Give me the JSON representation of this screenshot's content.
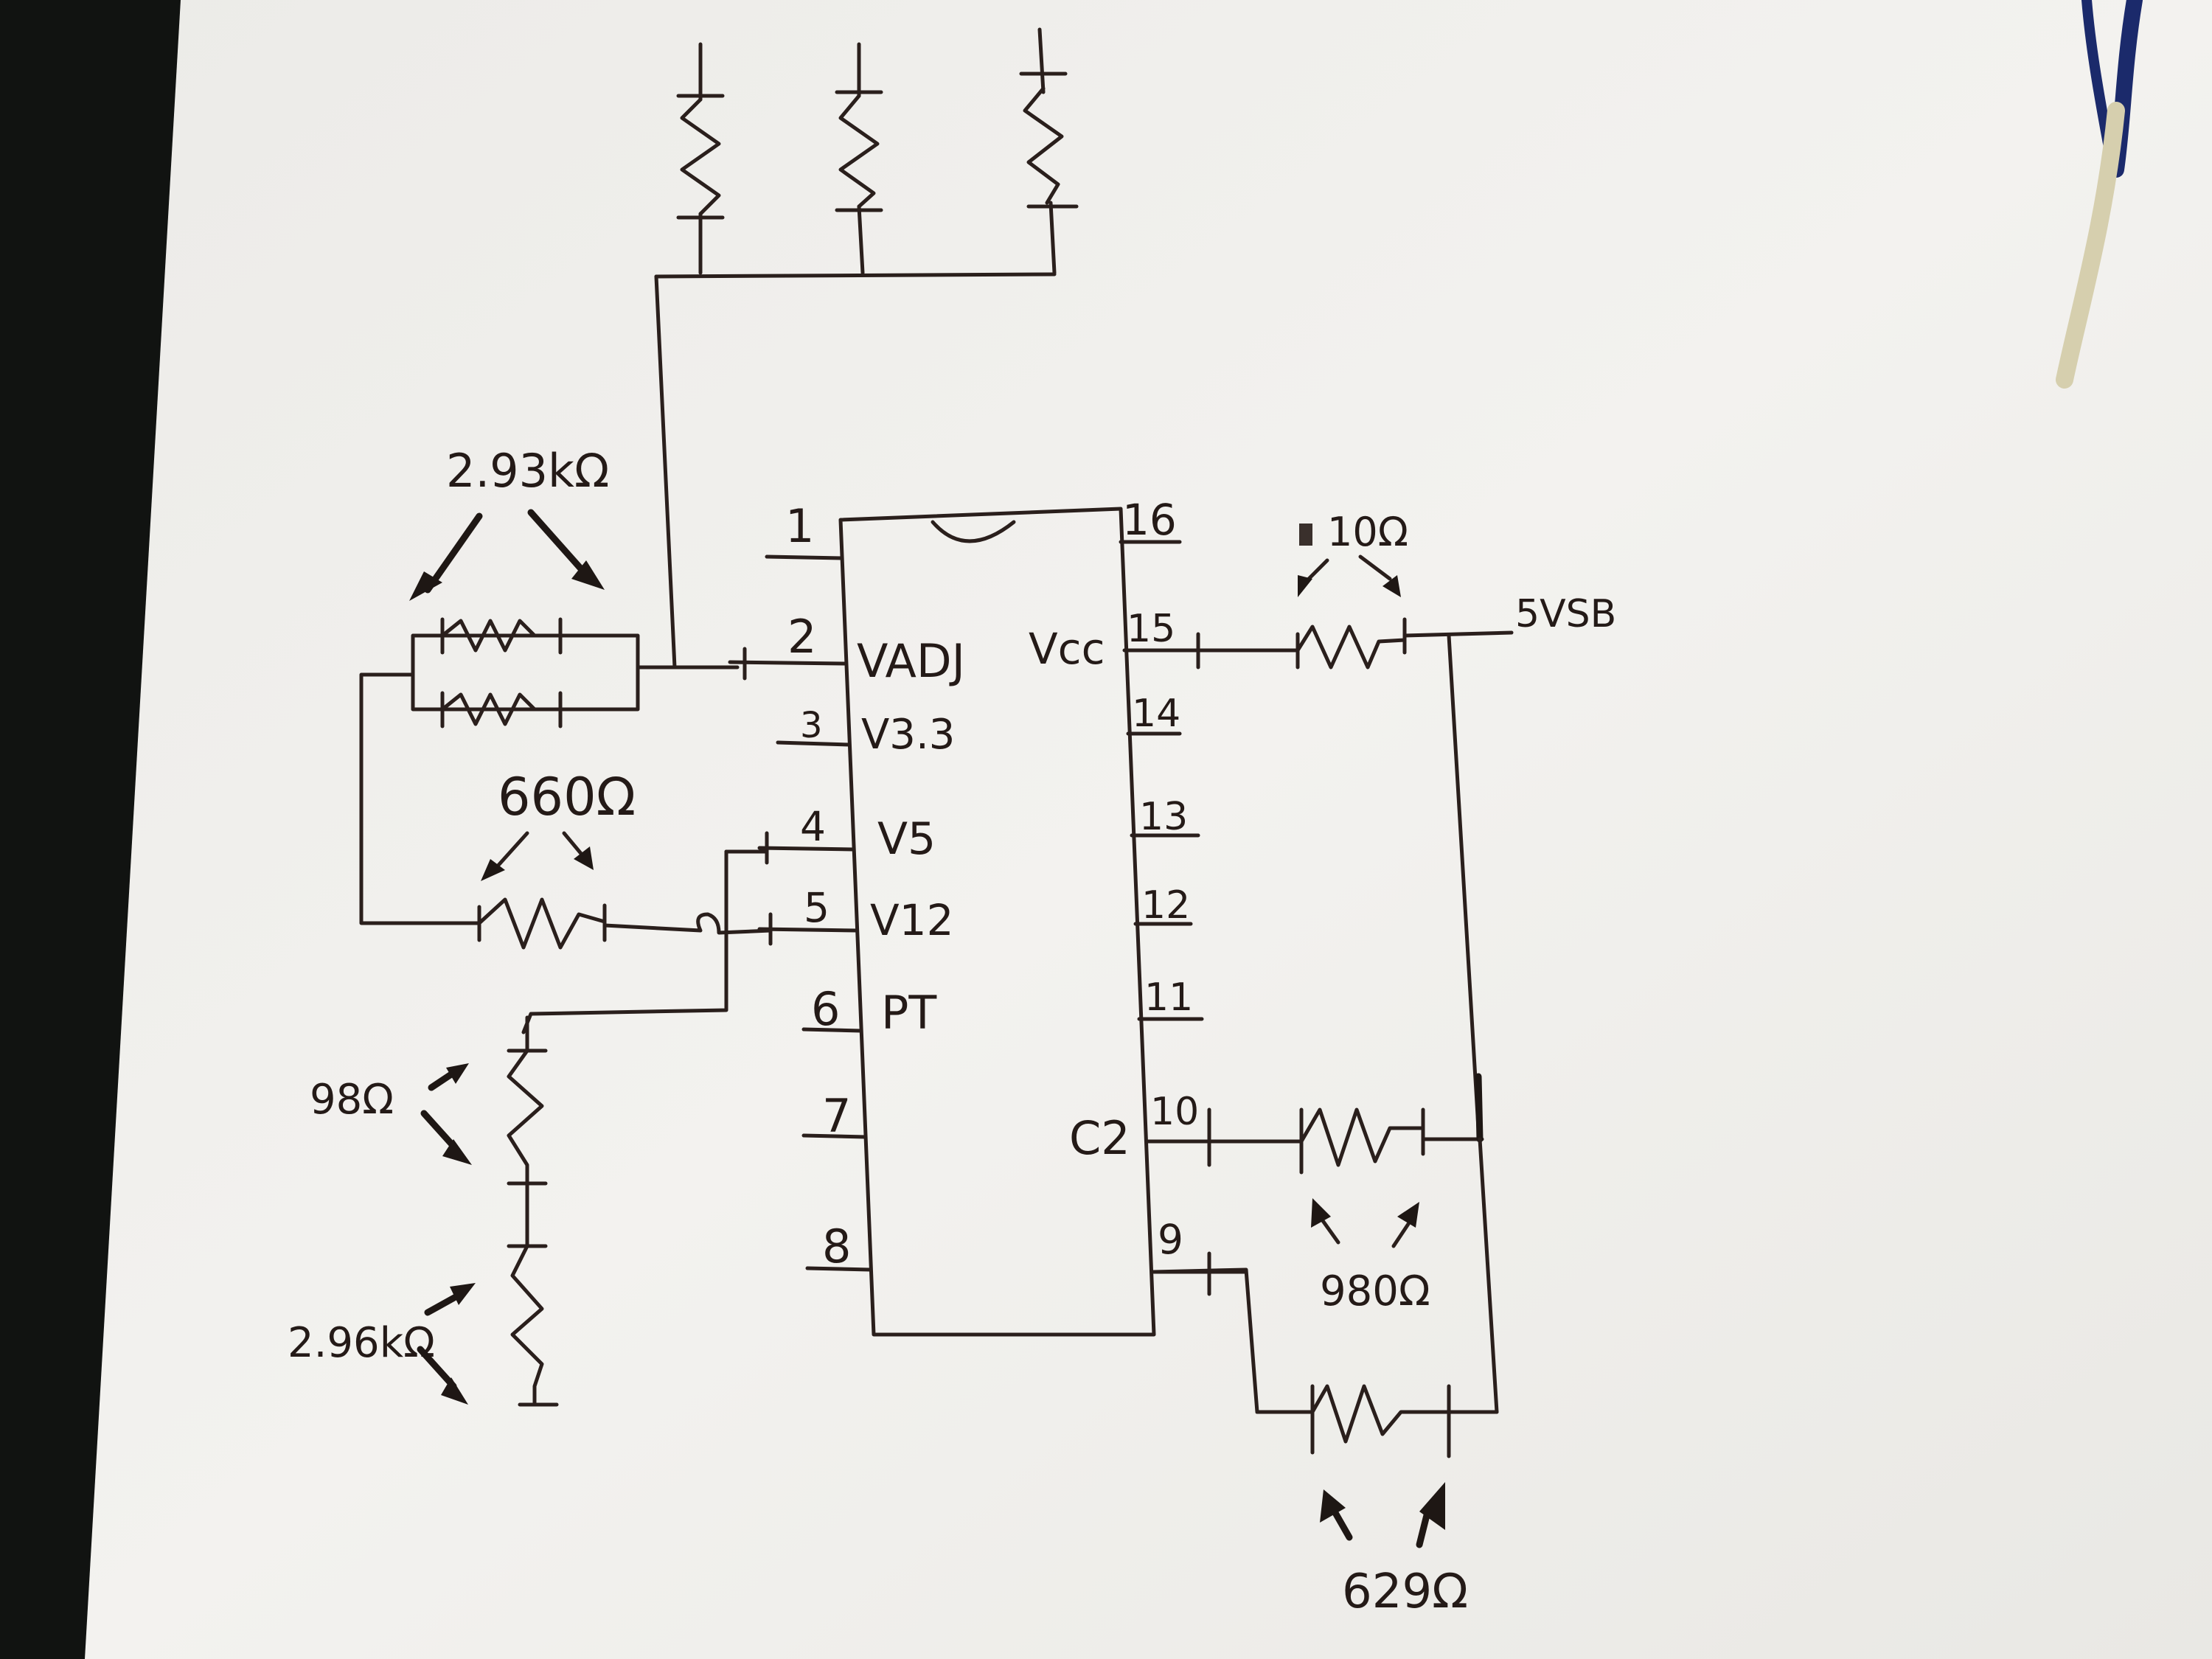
{
  "title": "Hand-drawn circuit schematic: 16-pin IC with resistor network",
  "ic": {
    "left_pins": [
      {
        "number": "1",
        "name": ""
      },
      {
        "number": "2",
        "name": "VADJ"
      },
      {
        "number": "3",
        "name": "V3.3"
      },
      {
        "number": "4",
        "name": "V5"
      },
      {
        "number": "5",
        "name": "V12"
      },
      {
        "number": "6",
        "name": "PT"
      },
      {
        "number": "7",
        "name": ""
      },
      {
        "number": "8",
        "name": ""
      }
    ],
    "right_pins": [
      {
        "number": "16",
        "name": ""
      },
      {
        "number": "15",
        "name": "Vcc"
      },
      {
        "number": "14",
        "name": ""
      },
      {
        "number": "13",
        "name": ""
      },
      {
        "number": "12",
        "name": ""
      },
      {
        "number": "11",
        "name": ""
      },
      {
        "number": "10",
        "name": "C2"
      },
      {
        "number": "9",
        "name": ""
      }
    ]
  },
  "resistors": {
    "pair_parallel": "2.93kΩ",
    "pin5_resistor": "660Ω",
    "series_top": "98Ω",
    "series_bottom": "2.96kΩ",
    "vcc_resistor": "10Ω",
    "pin10_resistor": "980Ω",
    "pin9_resistor": "629Ω"
  },
  "nets": {
    "supply": "5VSB"
  },
  "colors": {
    "paper": "#f2f1ee",
    "ink": "#2a1f1c",
    "background": "#0e0f0e"
  }
}
